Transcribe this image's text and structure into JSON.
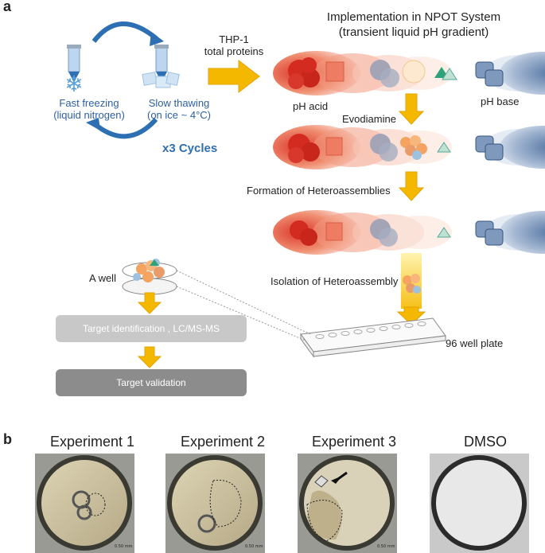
{
  "panel_a": {
    "label": "a",
    "freeze_caption_line1": "Fast freezing",
    "freeze_caption_line2": "(liquid nitrogen)",
    "thaw_caption_line1": "Slow thawing",
    "thaw_caption_line2": "(on ice ~ 4°C)",
    "cycles": "x3 Cycles",
    "input_line1": "THP-1",
    "input_line2": "total proteins",
    "system_title_line1": "Implementation in NPOT System",
    "system_title_line2": "(transient liquid pH gradient)",
    "ph_acid": "pH acid",
    "ph_base": "pH base",
    "drug": "Evodiamine",
    "step_formation": "Formation of Heteroassemblies",
    "step_isolation": "Isolation of Heteroassembly",
    "well_label": "A well",
    "plate_label": "96 well plate",
    "target_identification": "Target identification , LC/MS-MS",
    "target_validation": "Target validation"
  },
  "panel_b": {
    "label": "b",
    "experiments": [
      "Experiment  1",
      "Experiment  2",
      "Experiment  3",
      "DMSO"
    ],
    "scale_text": "0.50 mm"
  },
  "colors": {
    "acid_red": "#e03a2a",
    "base_blue": "#5a7fb0",
    "arrow_yellow": "#f5b800",
    "cycle_blue": "#2d6fb3",
    "box_light": "#c8c8c8",
    "box_dark": "#8c8c8c"
  }
}
